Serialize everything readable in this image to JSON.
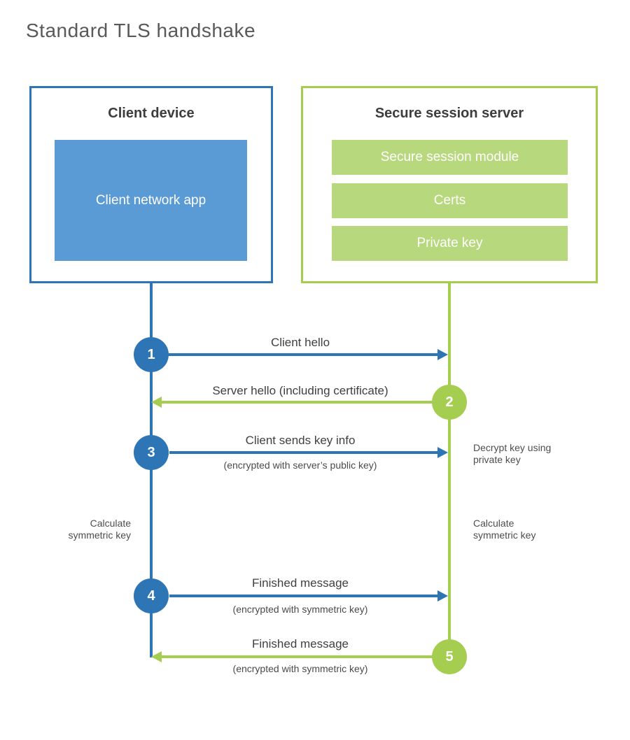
{
  "title": "Standard TLS handshake",
  "client_box": {
    "title": "Client device",
    "module": "Client network app"
  },
  "server_box": {
    "title": "Secure session server",
    "modules": [
      "Secure session module",
      "Certs",
      "Private key"
    ]
  },
  "steps": [
    {
      "num": "1",
      "label": "Client hello",
      "sublabel": "",
      "direction": "right",
      "from": "client",
      "to": "server"
    },
    {
      "num": "2",
      "label": "Server hello (including certificate)",
      "sublabel": "",
      "direction": "left",
      "from": "server",
      "to": "client"
    },
    {
      "num": "3",
      "label": "Client sends key info",
      "sublabel": "(encrypted with server’s public key)",
      "direction": "right",
      "from": "client",
      "to": "server"
    },
    {
      "num": "4",
      "label": "Finished message",
      "sublabel": "(encrypted with symmetric key)",
      "direction": "right",
      "from": "client",
      "to": "server"
    },
    {
      "num": "5",
      "label": "Finished message",
      "sublabel": "(encrypted with symmetric key)",
      "direction": "left",
      "from": "server",
      "to": "client"
    }
  ],
  "notes": {
    "decrypt": {
      "line1": "Decrypt key using",
      "line2": "private key"
    },
    "calc_left": {
      "line1": "Calculate",
      "line2": "symmetric key"
    },
    "calc_right": {
      "line1": "Calculate",
      "line2": "symmetric key"
    }
  },
  "colors": {
    "blue_accent": "#2e75b6",
    "blue_fill": "#5b9bd5",
    "green_accent": "#a5ce50",
    "green_fill": "#b7d87d"
  }
}
